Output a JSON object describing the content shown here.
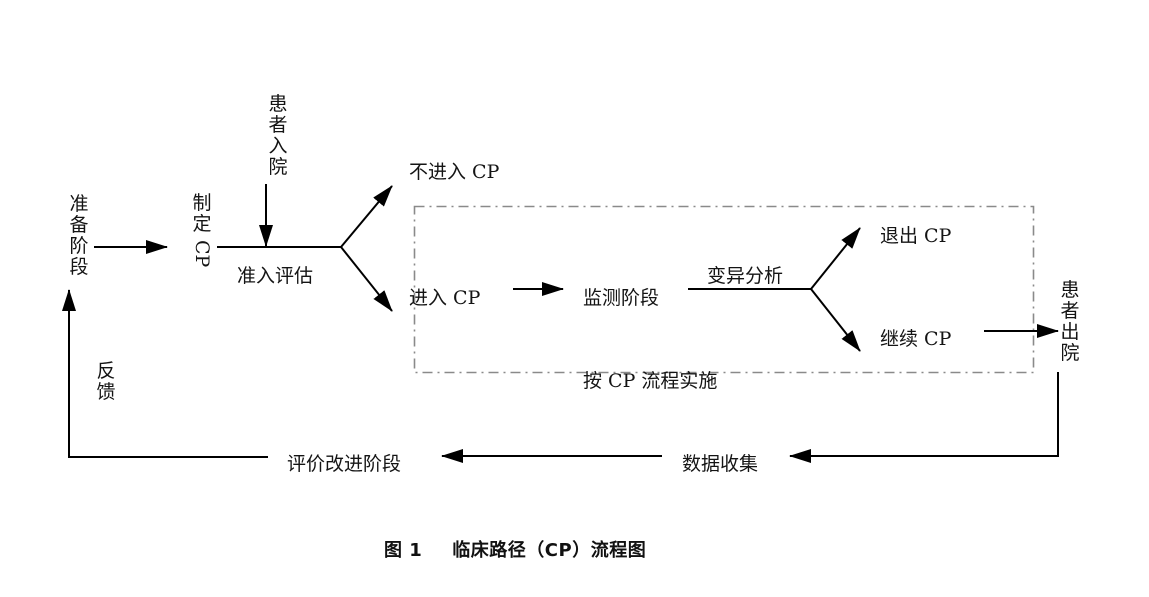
{
  "figure": {
    "caption_number": "图 1",
    "caption_title": "临床路径（CP）流程图"
  },
  "nodes": {
    "prep_stage": [
      "准",
      "备",
      "阶",
      "段"
    ],
    "formulate_cp": {
      "chars": [
        "制",
        "定"
      ],
      "rotated": "CP"
    },
    "patient_admission": [
      "患",
      "者",
      "入",
      "院"
    ],
    "access_evaluation": "准入评估",
    "not_enter_cp": "不进入 CP",
    "enter_cp": "进入 CP",
    "monitoring_stage": "监测阶段",
    "variance_analysis": "变异分析",
    "exit_cp": "退出 CP",
    "continue_cp": "继续 CP",
    "implement_by_cp": "按 CP 流程实施",
    "patient_discharge": [
      "患",
      "者",
      "出",
      "院"
    ],
    "data_collection": "数据收集",
    "evaluation_improvement": "评价改进阶段",
    "feedback": [
      "反",
      "馈"
    ]
  },
  "colors": {
    "line": "#000000",
    "dashed_box": "#8a8a8a",
    "text": "#141414"
  }
}
